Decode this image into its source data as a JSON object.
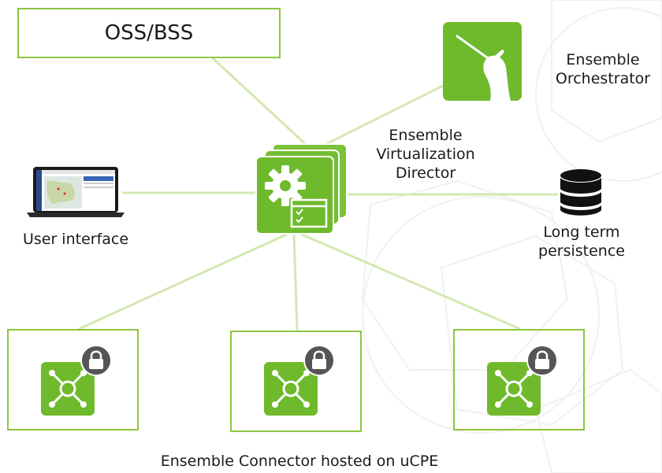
{
  "diagram": {
    "oss_bss": {
      "label": "OSS/BSS"
    },
    "orchestrator": {
      "line1": "Ensemble",
      "line2": "Orchestrator"
    },
    "director": {
      "line1": "Ensemble",
      "line2": "Virtualization",
      "line3": "Director"
    },
    "user_interface": {
      "label": "User interface"
    },
    "persistence": {
      "line1": "Long term",
      "line2": "persistence"
    },
    "connectors_caption": "Ensemble Connector hosted on uCPE",
    "icons": {
      "orchestrator": "conductor-baton-icon",
      "director": "gear-window-checklist-icon",
      "user_interface": "laptop-map-icon",
      "persistence": "database-icon",
      "connector": "hub-nodes-icon",
      "lock": "padlock-icon"
    },
    "colors": {
      "accent": "#8cc63f",
      "tile": "#6fba2c",
      "connector_line": "#d3e8b0",
      "lock": "#555555"
    }
  }
}
